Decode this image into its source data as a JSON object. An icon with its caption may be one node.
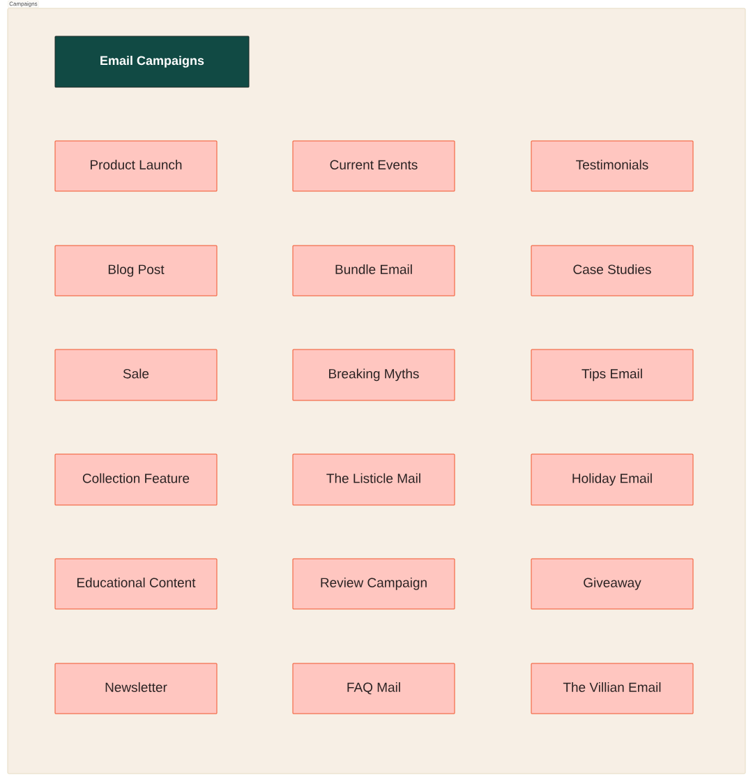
{
  "diagram": {
    "nodes": [
      {
        "text": [
          "Campaigns"
        ]
      },
      {
        "text": [
          "Email Campaigns"
        ],
        "in": 0
      },
      {
        "text": [
          "Product Launch"
        ],
        "in": 0
      },
      {
        "text": [
          "Current Events"
        ],
        "in": 0
      },
      {
        "text": [
          "Testimonials"
        ],
        "in": 0
      },
      {
        "text": [
          "Blog Post"
        ],
        "in": 0
      },
      {
        "text": [
          "Bundle Email"
        ],
        "in": 0
      },
      {
        "text": [
          "Case Studies"
        ],
        "in": 0
      },
      {
        "text": [
          "Sale"
        ],
        "in": 0
      },
      {
        "text": [
          "Breaking Myths"
        ],
        "in": 0
      },
      {
        "text": [
          "Tips Email"
        ],
        "in": 0
      },
      {
        "text": [
          "Collection Feature"
        ],
        "in": 0
      },
      {
        "text": [
          "The Listicle Mail"
        ],
        "in": 0
      },
      {
        "text": [
          "Holiday Email"
        ],
        "in": 0
      },
      {
        "text": [
          "Educational Content"
        ],
        "in": 0
      },
      {
        "text": [
          "Review Campaign"
        ],
        "in": 0
      },
      {
        "text": [
          "Giveaway"
        ],
        "in": 0
      },
      {
        "text": [
          "Newsletter"
        ],
        "in": 0
      },
      {
        "text": [
          "FAQ Mail"
        ],
        "in": 0
      },
      {
        "text": [
          "The Villian Email"
        ],
        "in": 0
      }
    ]
  }
}
